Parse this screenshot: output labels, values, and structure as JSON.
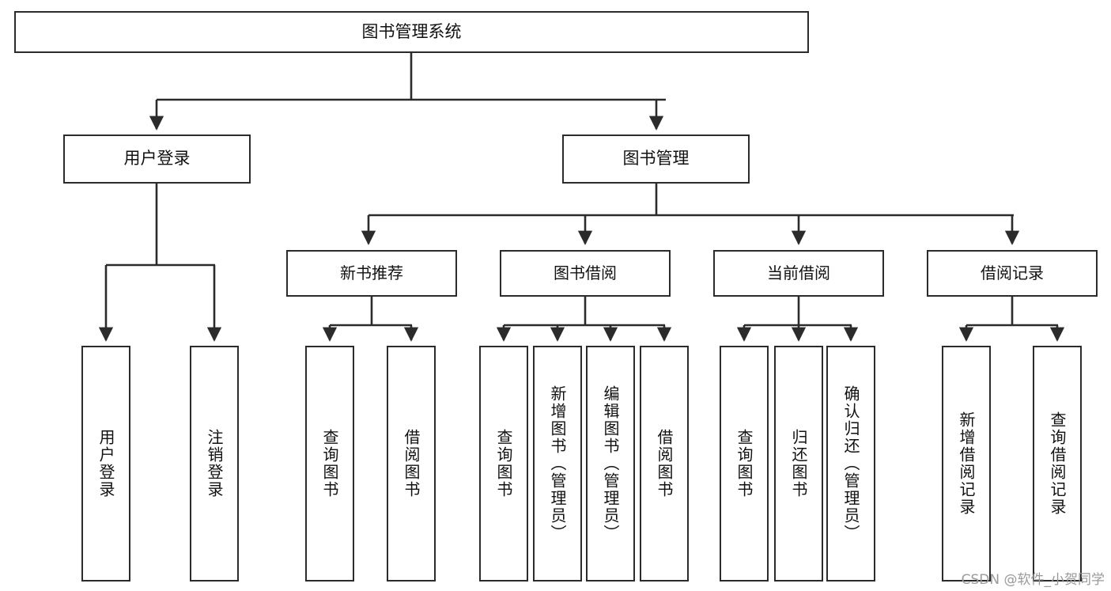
{
  "diagram": {
    "title": "图书管理系统",
    "type": "tree-hierarchy",
    "watermark": "CSDN @软件_小贺同学",
    "colors": {
      "box_border": "#2b2b2b",
      "box_fill": "#ffffff",
      "edge": "#2b2b2b",
      "text": "#111111",
      "watermark": "#9a9a9a",
      "background": "#ffffff"
    },
    "nodes": {
      "root": {
        "label": "图书管理系统"
      },
      "level2": [
        {
          "id": "user-login",
          "label": "用户登录"
        },
        {
          "id": "book-manage",
          "label": "图书管理"
        }
      ],
      "level3": [
        {
          "id": "new-book-recommend",
          "label": "新书推荐"
        },
        {
          "id": "book-borrow",
          "label": "图书借阅"
        },
        {
          "id": "current-borrow",
          "label": "当前借阅"
        },
        {
          "id": "borrow-record",
          "label": "借阅记录"
        }
      ],
      "leaves": [
        {
          "id": "leaf-user-login",
          "parent": "user-login",
          "label": "用户登录"
        },
        {
          "id": "leaf-logout-login",
          "parent": "user-login",
          "label": "注销登录"
        },
        {
          "id": "leaf-query-book-1",
          "parent": "new-book-recommend",
          "label": "查询图书"
        },
        {
          "id": "leaf-borrow-book-1",
          "parent": "new-book-recommend",
          "label": "借阅图书"
        },
        {
          "id": "leaf-query-book-2",
          "parent": "book-borrow",
          "label": "查询图书"
        },
        {
          "id": "leaf-add-book-admin",
          "parent": "book-borrow",
          "label": "新增图书（管理员）"
        },
        {
          "id": "leaf-edit-book-admin",
          "parent": "book-borrow",
          "label": "编辑图书（管理员）"
        },
        {
          "id": "leaf-borrow-book-2",
          "parent": "book-borrow",
          "label": "借阅图书"
        },
        {
          "id": "leaf-query-book-3",
          "parent": "current-borrow",
          "label": "查询图书"
        },
        {
          "id": "leaf-return-book",
          "parent": "current-borrow",
          "label": "归还图书"
        },
        {
          "id": "leaf-confirm-return-admin",
          "parent": "current-borrow",
          "label": "确认归还（管理员）"
        },
        {
          "id": "leaf-add-borrow-record",
          "parent": "borrow-record",
          "label": "新增借阅记录"
        },
        {
          "id": "leaf-query-borrow-record",
          "parent": "borrow-record",
          "label": "查询借阅记录"
        }
      ]
    }
  }
}
